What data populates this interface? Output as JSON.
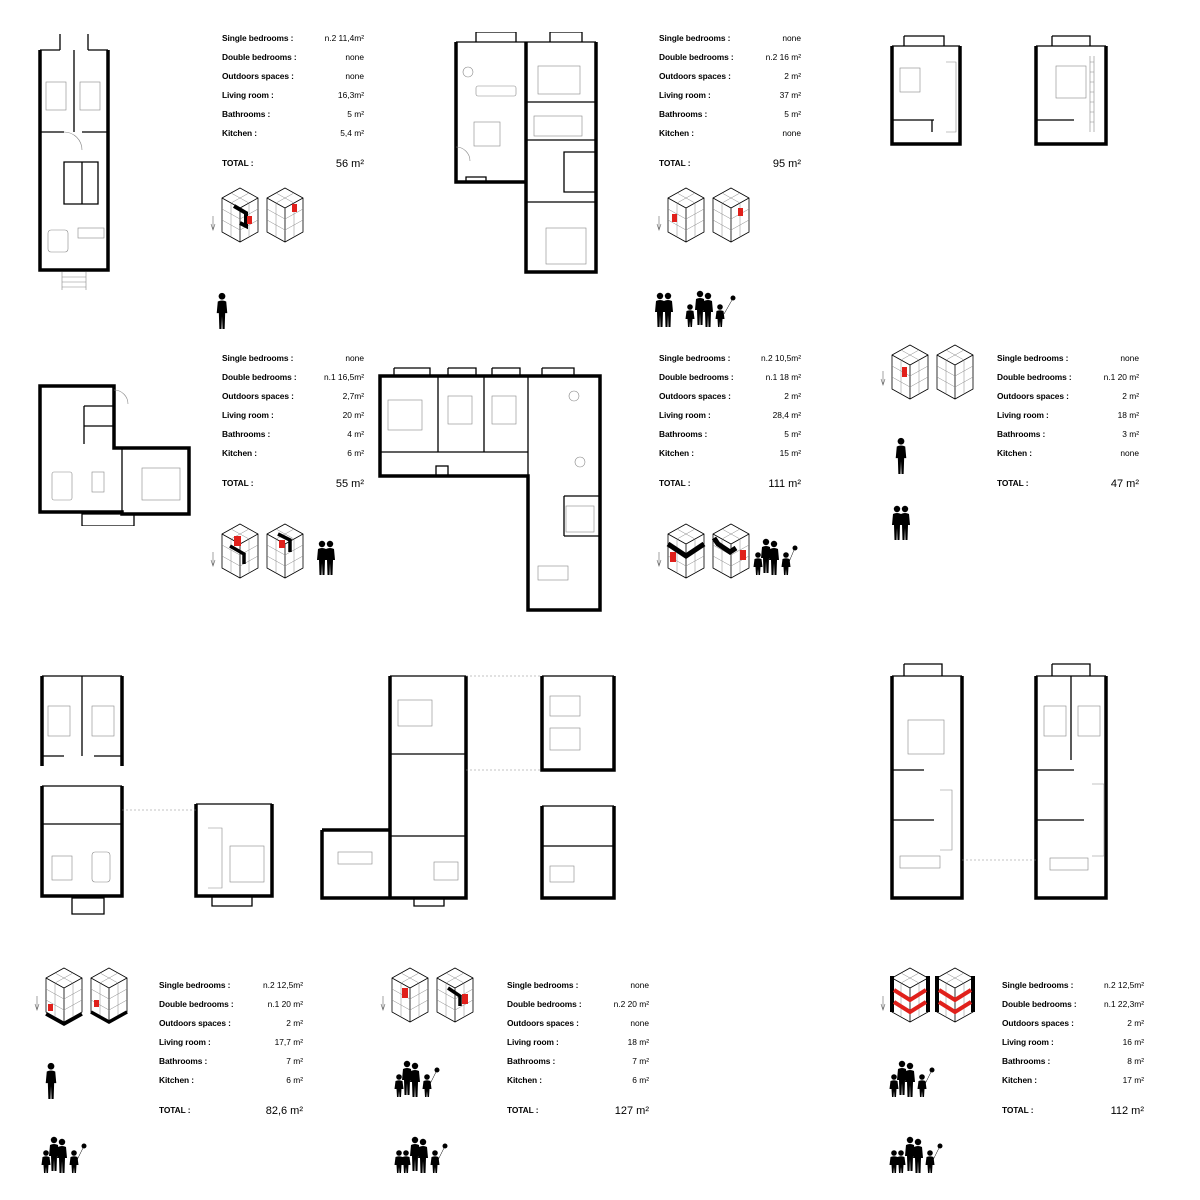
{
  "labels": {
    "single": "Single bedrooms :",
    "double": "Double bedrooms :",
    "outdoor": "Outdoors spaces :",
    "living": "Living room :",
    "bath": "Bathrooms :",
    "kitchen": "Kitchen :",
    "total": "TOTAL :"
  },
  "units": [
    {
      "single": "n.2 11,4m²",
      "double": "none",
      "outdoor": "none",
      "living": "16,3m²",
      "bath": "5 m²",
      "kitchen": "5,4 m²",
      "total": "56 m²"
    },
    {
      "single": "none",
      "double": "n.2 16 m²",
      "outdoor": "2 m²",
      "living": "37 m²",
      "bath": "5 m²",
      "kitchen": "none",
      "total": "95 m²"
    },
    {
      "single": "none",
      "double": "n.1 16,5m²",
      "outdoor": "2,7m²",
      "living": "20 m²",
      "bath": "4 m²",
      "kitchen": "6 m²",
      "total": "55 m²"
    },
    {
      "single": "n.2 10,5m²",
      "double": "n.1 18 m²",
      "outdoor": "2 m²",
      "living": "28,4 m²",
      "bath": "5 m²",
      "kitchen": "15 m²",
      "total": "111 m²"
    },
    {
      "single": "none",
      "double": "n.1 20 m²",
      "outdoor": "2 m²",
      "living": "18 m²",
      "bath": "3 m²",
      "kitchen": "none",
      "total": "47 m²"
    },
    {
      "single": "n.2 12,5m²",
      "double": "n.1 20 m²",
      "outdoor": "2 m²",
      "living": "17,7 m²",
      "bath": "7 m²",
      "kitchen": "6 m²",
      "total": "82,6 m²"
    },
    {
      "single": "none",
      "double": "n.2 20 m²",
      "outdoor": "none",
      "living": "18 m²",
      "bath": "7 m²",
      "kitchen": "6 m²",
      "total": "127 m²"
    },
    {
      "single": "n.2 12,5m²",
      "double": "n.1 22,3m²",
      "outdoor": "2 m²",
      "living": "16 m²",
      "bath": "8 m²",
      "kitchen": "17 m²",
      "total": "112 m²"
    }
  ],
  "colors": {
    "ink": "#000000",
    "accent": "#e0201b",
    "line": "#9a9a9a"
  }
}
